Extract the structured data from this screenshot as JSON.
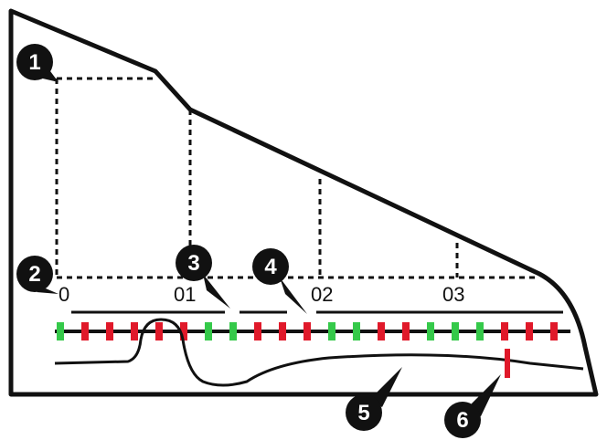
{
  "diagram": {
    "axis_labels": [
      "0",
      "01",
      "02",
      "03"
    ],
    "callouts": [
      "1",
      "2",
      "3",
      "4",
      "5",
      "6"
    ],
    "colors": {
      "outline": "#111111",
      "marker_green": "#35c94a",
      "marker_red": "#e0192a",
      "callout_fill": "#111111",
      "callout_text": "#ffffff"
    },
    "marker_pattern": [
      "green",
      "red",
      "red",
      "red",
      "red",
      "red",
      "green",
      "green",
      "red",
      "red",
      "red",
      "green",
      "green",
      "red",
      "red",
      "green",
      "green",
      "green",
      "red",
      "red",
      "red"
    ]
  }
}
